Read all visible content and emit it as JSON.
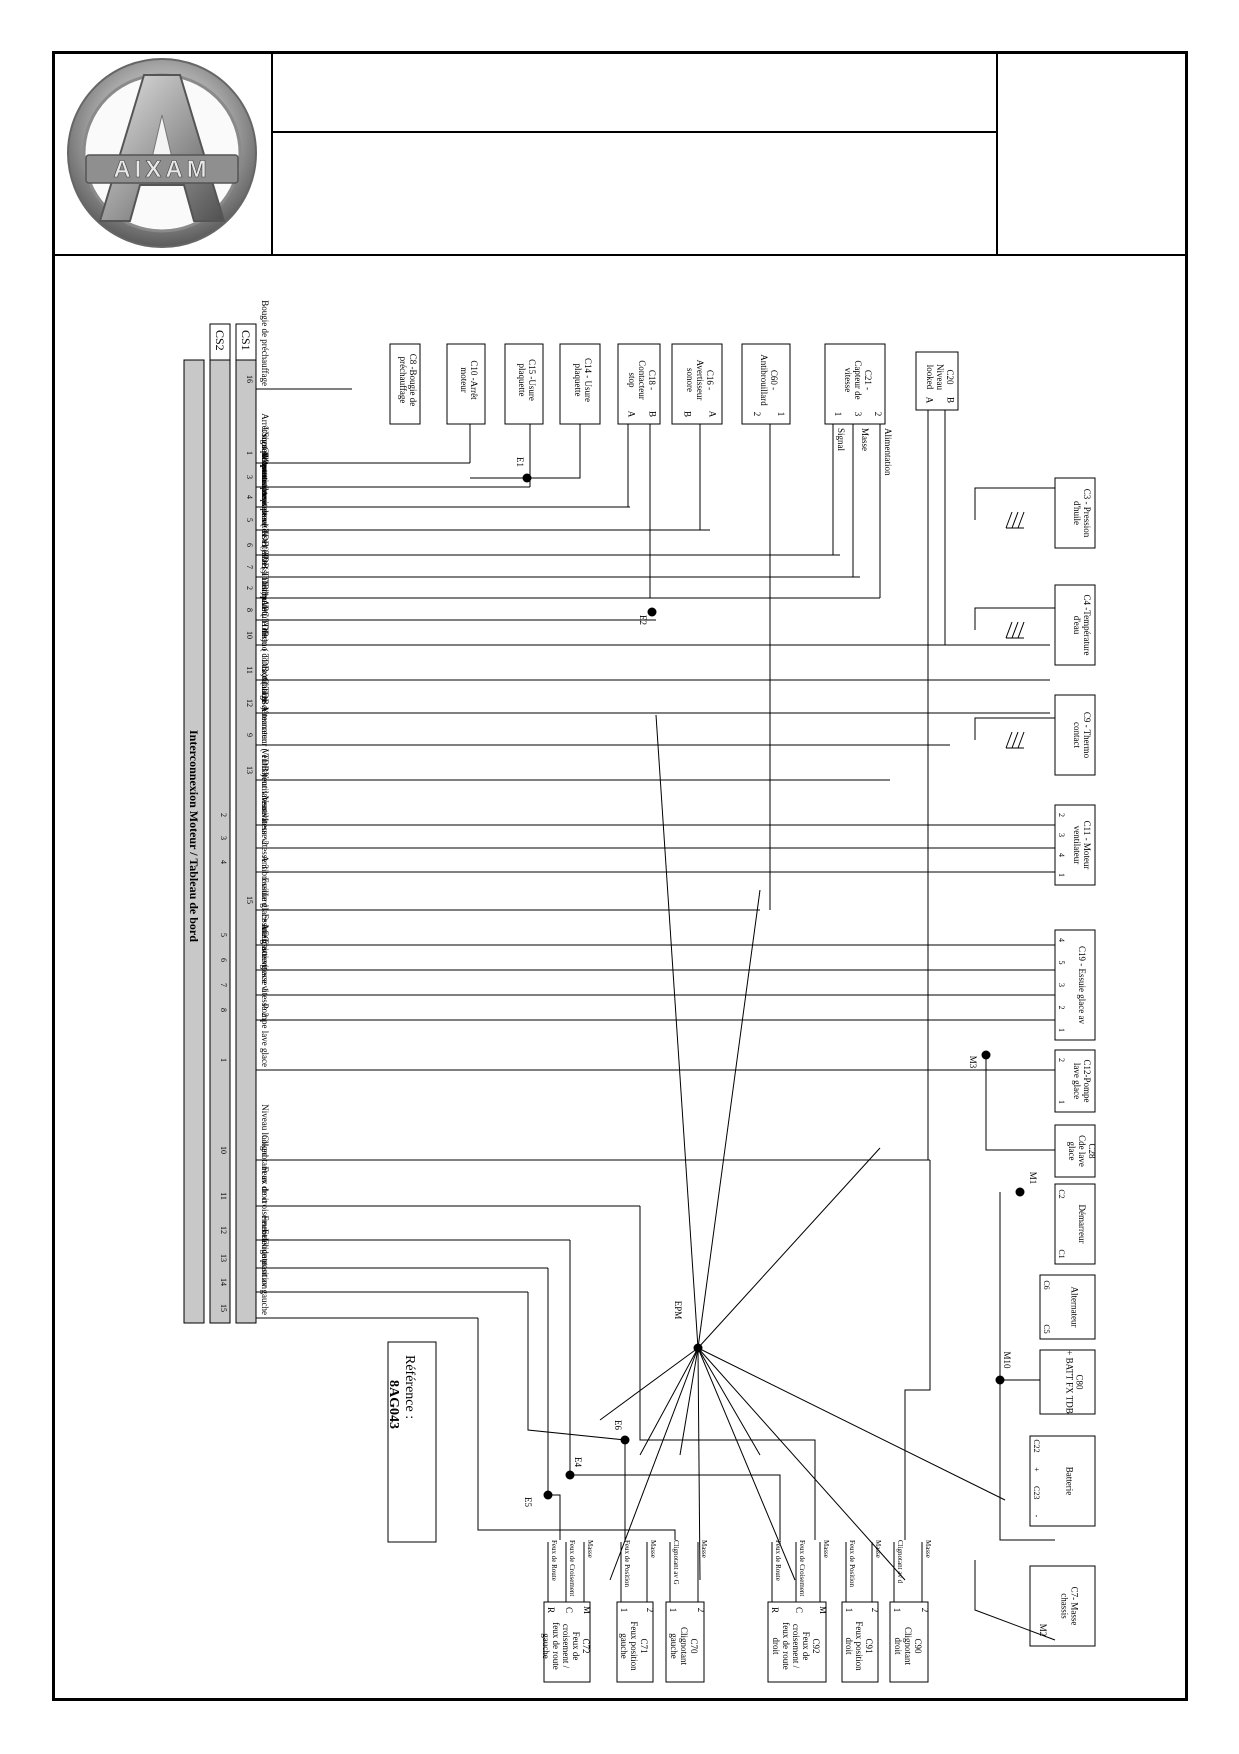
{
  "logo": {
    "brand": "AIXAM"
  },
  "reference": {
    "label": "Référence :",
    "value": "8AG043"
  },
  "main_label": "Interconnexion Moteur / Tableau de bord",
  "connectors": {
    "cs1": "CS1",
    "cs2": "CS2"
  },
  "top_components": [
    {
      "name": "C8 -Bougie de\npréchauffage"
    },
    {
      "name": "C10 -Arrêt\nmoteur"
    },
    {
      "name": "C15 -Usure\nplaquette"
    },
    {
      "name": "C14 - Usure\nplaquette"
    },
    {
      "name": "C18 -\nContacteur\nstop",
      "pins": [
        "A",
        "B"
      ]
    },
    {
      "name": "C16 -\nAvertisseur\nsonore",
      "pins": [
        "B",
        "A"
      ]
    },
    {
      "name": "C60 -\nAntibrouillard",
      "pins": [
        "2",
        "1"
      ]
    },
    {
      "name": "C21 -\nCapteur de\nvitesse",
      "pins": [
        "1",
        "3",
        "2"
      ]
    },
    {
      "name": "C20\nNiveau\nlooked",
      "pins": [
        "A",
        "B"
      ]
    }
  ],
  "c21_labels": [
    "Alimentation",
    "Masse",
    "Signal"
  ],
  "signals": [
    {
      "cs1": "16",
      "cs2": "",
      "label": "Bougie de préchauffage"
    },
    {
      "cs1": "1",
      "cs2": "",
      "label": "Arrêt moteur"
    },
    {
      "cs1": "3",
      "cs2": "",
      "label": "Usure plaquette"
    },
    {
      "cs1": "4",
      "cs2": "",
      "label": "Contacteur stop"
    },
    {
      "cs1": "5",
      "cs2": "",
      "label": "Avertisseur sonore"
    },
    {
      "cs1": "6",
      "cs2": "",
      "label": "Signal capteur de vitesse ( TDB )"
    },
    {
      "cs1": "7",
      "cs2": "",
      "label": "Masse capteur de vitesse ( TDB )"
    },
    {
      "cs1": "2",
      "cs2": "",
      "label": "Alimentation capteur de vitesse ( TDB )"
    },
    {
      "cs1": "8",
      "cs2": "",
      "label": "+ APC"
    },
    {
      "cs1": "10",
      "cs2": "",
      "label": "Pression d'huile ( TDB )"
    },
    {
      "cs1": "11",
      "cs2": "",
      "label": "Température d'eau ( TDB )"
    },
    {
      "cs1": "12",
      "cs2": "",
      "label": "Thermo contact ( TDB )"
    },
    {
      "cs1": "9",
      "cs2": "",
      "label": "Excitation démarreur"
    },
    {
      "cs1": "13",
      "cs2": "",
      "label": "Charge Alternateur ( TDB )"
    },
    {
      "cs1": "",
      "cs2": "2",
      "label": "Ventilateur vitesse 1"
    },
    {
      "cs1": "",
      "cs2": "3",
      "label": "Ventilateur vitesse 2"
    },
    {
      "cs1": "",
      "cs2": "4",
      "label": "Ventilateur vitesse 3"
    },
    {
      "cs1": "15",
      "cs2": "",
      "label": "Antibrouillard"
    },
    {
      "cs1": "",
      "cs2": "5",
      "label": "+ ACC"
    },
    {
      "cs1": "",
      "cs2": "6",
      "label": "Essuie glace Intermittant"
    },
    {
      "cs1": "",
      "cs2": "7",
      "label": "Essuie glace vitesse 1"
    },
    {
      "cs1": "",
      "cs2": "8",
      "label": "Essuie glace vitesse 2"
    },
    {
      "cs1": "",
      "cs2": "1",
      "label": "Pompe lave glace"
    },
    {
      "cs1": "",
      "cs2": "10",
      "label": "Niveau looked"
    },
    {
      "cs1": "",
      "cs2": "11",
      "label": "Clignotant av droit"
    },
    {
      "cs1": "",
      "cs2": "12",
      "label": "Feux de croisement"
    },
    {
      "cs1": "",
      "cs2": "13",
      "label": "Feux de route"
    },
    {
      "cs1": "",
      "cs2": "14",
      "label": "Feux de position"
    },
    {
      "cs1": "",
      "cs2": "15",
      "label": "Clignotant av gauche"
    }
  ],
  "right_components": [
    {
      "name": "C3 - Pression\nd'huile"
    },
    {
      "name": "C4 -Température\nd'eau"
    },
    {
      "name": "C9 - Thermo\ncontact"
    },
    {
      "name": "C11 - Moteur\nventilateur",
      "pins": [
        "2",
        "3",
        "4",
        "1"
      ]
    },
    {
      "name": "C19 - Essuie glace av",
      "pins": [
        "4",
        "5",
        "3",
        "2",
        "1"
      ],
      "pins2": [
        "5",
        "4",
        "3",
        "2",
        "1"
      ]
    },
    {
      "name": "C12-Pompe\nlave glace",
      "pins": [
        "2",
        "1"
      ]
    },
    {
      "name": "C28\nCde lave\nglace"
    },
    {
      "name": "Démarreur",
      "pins": [
        "C2",
        "C1"
      ]
    },
    {
      "name": "Alternateur",
      "pins": [
        "C6",
        "C5"
      ]
    },
    {
      "name": "C80\n+ BATT FX TDB"
    },
    {
      "name": "Batterie",
      "pins": [
        "C22",
        "+",
        "C23",
        "-"
      ]
    },
    {
      "name": "C7- Masse\nchassis"
    }
  ],
  "bottom_components": [
    {
      "name": "C72\nFeux de\ncroisement /\nfeux de route\ngauche",
      "pins": [
        "M",
        "C",
        "R"
      ],
      "wires": [
        "Masse",
        "Feux de Croisement",
        "Feux de Route"
      ]
    },
    {
      "name": "C71\nFeux position\ngauche",
      "pins": [
        "2",
        "1"
      ],
      "wires": [
        "Masse",
        "Feux de Position"
      ]
    },
    {
      "name": "C70\nClignotant\ngauche",
      "pins": [
        "2",
        "1"
      ],
      "wires": [
        "Masse",
        "Clignotant av G"
      ]
    },
    {
      "name": "C92\nFeux de\ncroisement /\nfeux de route\ndroit",
      "pins": [
        "M",
        "C",
        "R"
      ],
      "wires": [
        "Masse",
        "Feux de Croisement",
        "Feux de Route"
      ]
    },
    {
      "name": "C91\nFeux position\ndroit",
      "pins": [
        "2",
        "1"
      ],
      "wires": [
        "Masse",
        "Feux de Position"
      ]
    },
    {
      "name": "C90\nClignotant\ndroit",
      "pins": [
        "2",
        "1"
      ],
      "wires": [
        "Masse",
        "Clignotant av d"
      ]
    }
  ],
  "splices": [
    "E1",
    "E2",
    "EPM",
    "E4",
    "E5",
    "E6",
    "M1",
    "M2",
    "M3",
    "M10"
  ],
  "colors": {
    "line": "#000000",
    "bar": "#c8c8c8"
  }
}
